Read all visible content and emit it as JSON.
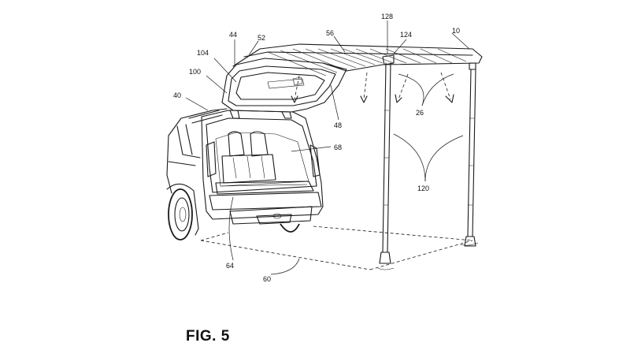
{
  "figure": {
    "caption": "FIG. 5",
    "reference_numerals": {
      "n10": "10",
      "n26": "26",
      "n40": "40",
      "n44": "44",
      "n48": "48",
      "n52": "52",
      "n56": "56",
      "n60": "60",
      "n64": "64",
      "n68": "68",
      "n100": "100",
      "n104": "104",
      "n120": "120",
      "n124": "124",
      "n128": "128"
    }
  }
}
